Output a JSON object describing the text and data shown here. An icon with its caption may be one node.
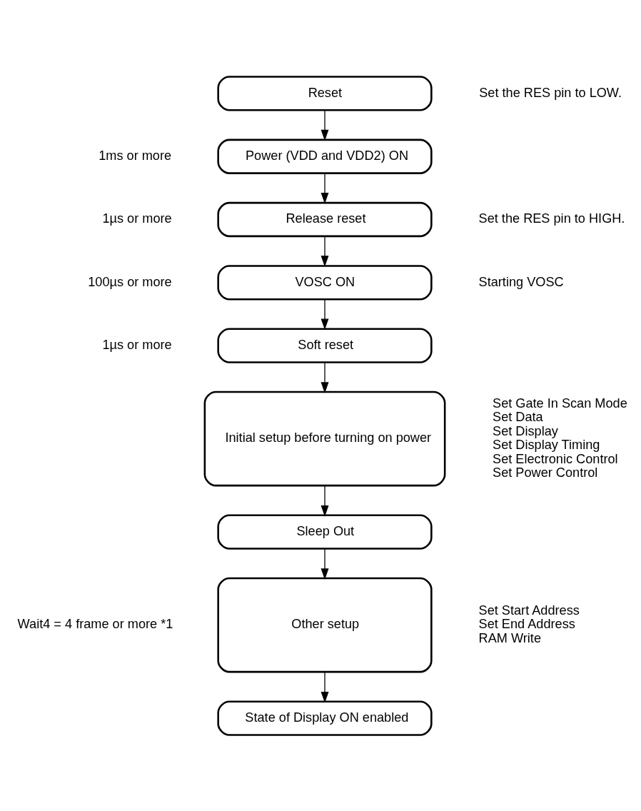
{
  "diagram": {
    "nodes": [
      {
        "text": [
          "Reset"
        ],
        "beside": [
          "Set the RES pin to LOW."
        ]
      },
      {
        "text": [
          "Power (VDD and VDD2) ON"
        ]
      },
      {
        "text": [
          "Release reset"
        ],
        "beside": [
          "Set the RES pin to HIGH."
        ]
      },
      {
        "text": [
          "VOSC ON"
        ],
        "beside": [
          "Starting VOSC"
        ]
      },
      {
        "text": [
          "Soft reset"
        ]
      },
      {
        "text": [
          "Initial setup before turning on power"
        ],
        "beside": [
          "Set Gate In Scan Mode",
          "Set Data",
          "Set Display",
          "Set Display Timing",
          "Set Electronic Control",
          "Set Power Control"
        ]
      },
      {
        "text": [
          "Sleep Out"
        ]
      },
      {
        "text": [
          "Other setup"
        ],
        "beside": [
          "Set Start Address",
          "Set End Address",
          "RAM Write"
        ]
      },
      {
        "text": [
          "State of Display ON enabled"
        ]
      }
    ],
    "edges": [
      {
        "from": 0,
        "to": 1,
        "arrow": "to"
      },
      {
        "from": 1,
        "to": 2,
        "arrow": "to"
      },
      {
        "from": 2,
        "to": 3,
        "arrow": "to"
      },
      {
        "from": 3,
        "to": 4,
        "arrow": "to"
      },
      {
        "from": 4,
        "to": 5,
        "arrow": "to"
      },
      {
        "from": 5,
        "to": 6,
        "arrow": "to"
      },
      {
        "from": 6,
        "to": 7,
        "arrow": "to"
      },
      {
        "from": 7,
        "to": 8,
        "arrow": "to"
      }
    ],
    "labels": [
      "1ms or more",
      "1µs or more",
      "100µs or more",
      "1µs or more",
      "Wait4 = 4 frame or more *1"
    ]
  }
}
